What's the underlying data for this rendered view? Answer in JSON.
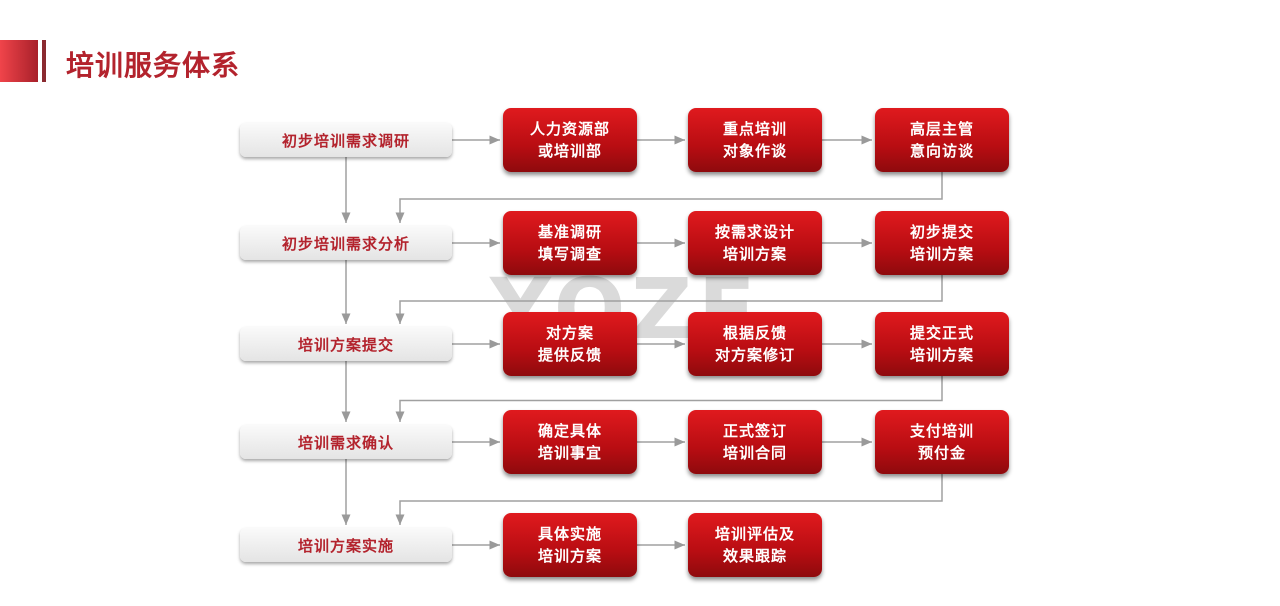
{
  "header": {
    "title": "培训服务体系"
  },
  "watermark": "YOZE",
  "stages": [
    {
      "label": "初步培训需求调研",
      "steps": [
        [
          "人力资源部",
          "或培训部"
        ],
        [
          "重点培训",
          "对象作谈"
        ],
        [
          "高层主管",
          "意向访谈"
        ]
      ]
    },
    {
      "label": "初步培训需求分析",
      "steps": [
        [
          "基准调研",
          "填写调查"
        ],
        [
          "按需求设计",
          "培训方案"
        ],
        [
          "初步提交",
          "培训方案"
        ]
      ]
    },
    {
      "label": "培训方案提交",
      "steps": [
        [
          "对方案",
          "提供反馈"
        ],
        [
          "根据反馈",
          "对方案修订"
        ],
        [
          "提交正式",
          "培训方案"
        ]
      ]
    },
    {
      "label": "培训需求确认",
      "steps": [
        [
          "确定具体",
          "培训事宜"
        ],
        [
          "正式签订",
          "培训合同"
        ],
        [
          "支付培训",
          "预付金"
        ]
      ]
    },
    {
      "label": "培训方案实施",
      "steps": [
        [
          "具体实施",
          "培训方案"
        ],
        [
          "培训评估及",
          "效果跟踪"
        ]
      ]
    }
  ]
}
